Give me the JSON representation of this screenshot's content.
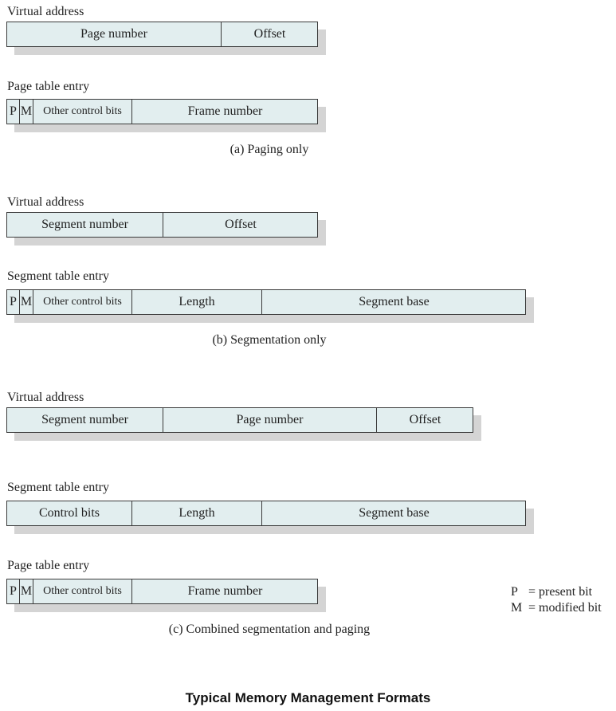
{
  "paging": {
    "va_label": "Virtual address",
    "va_fields": [
      "Page number",
      "Offset"
    ],
    "pte_label": "Page table entry",
    "pte_fields": [
      "P",
      "M",
      "Other control bits",
      "Frame number"
    ],
    "caption": "(a) Paging only"
  },
  "segmentation": {
    "va_label": "Virtual address",
    "va_fields": [
      "Segment number",
      "Offset"
    ],
    "ste_label": "Segment table entry",
    "ste_fields": [
      "P",
      "M",
      "Other control bits",
      "Length",
      "Segment base"
    ],
    "caption": "(b) Segmentation only"
  },
  "combined": {
    "va_label": "Virtual address",
    "va_fields": [
      "Segment number",
      "Page number",
      "Offset"
    ],
    "ste_label": "Segment table entry",
    "ste_fields": [
      "Control bits",
      "Length",
      "Segment base"
    ],
    "pte_label": "Page table entry",
    "pte_fields": [
      "P",
      "M",
      "Other control bits",
      "Frame number"
    ],
    "caption": "(c) Combined segmentation and paging"
  },
  "legend": [
    {
      "key": "P",
      "text": "= present bit"
    },
    {
      "key": "M",
      "text": "= modified bit"
    }
  ],
  "title": "Typical Memory Management Formats"
}
